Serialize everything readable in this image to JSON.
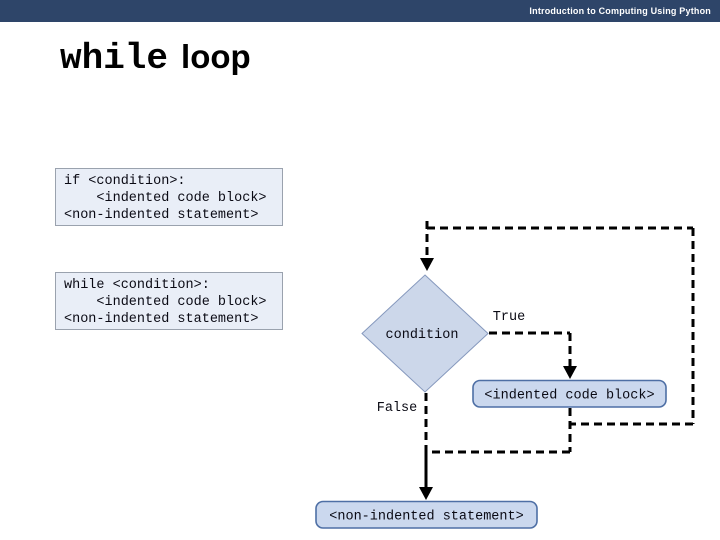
{
  "header": {
    "course_title": "Introduction to Computing Using Python",
    "bar_color": "#2e4569"
  },
  "title": {
    "keyword": "while",
    "rest": "loop"
  },
  "code_boxes": [
    {
      "name": "if-statement-syntax",
      "lines": [
        "if <condition>:",
        "    <indented code block>",
        "<non-indented statement>"
      ]
    },
    {
      "name": "while-statement-syntax",
      "lines": [
        "while <condition>:",
        "    <indented code block>",
        "<non-indented statement>"
      ]
    }
  ],
  "flowchart": {
    "condition_label": "condition",
    "true_label": "True",
    "false_label": "False",
    "indented_box_label": "<indented code block>",
    "statement_box_label": "<non-indented statement>",
    "colors": {
      "diamond_fill": "#ccd7ea",
      "diamond_border": "#8598bd",
      "box_fill": "#cbd8ee",
      "box_border": "#4e6fa5",
      "line_color": "#000000",
      "codebox_fill": "#e9eef7",
      "codebox_border": "#9aa2ae"
    }
  }
}
